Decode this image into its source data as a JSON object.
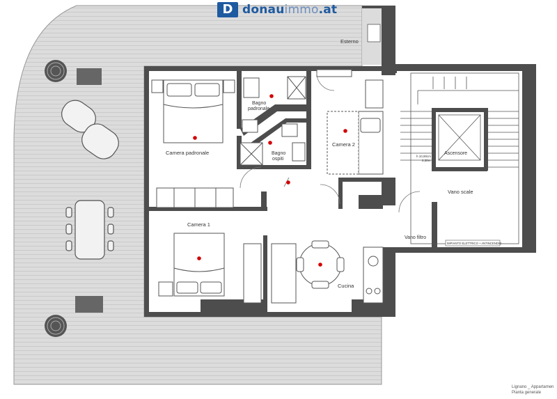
{
  "brand": {
    "name_bold": "donau",
    "name_light": "immo",
    "domain": ".at",
    "mark": "D"
  },
  "rooms": {
    "esterno": "Esterno",
    "camera_padronale": "Camera padronale",
    "bagno_padronale_1": "Bagno",
    "bagno_padronale_2": "padronale",
    "bagno_ospiti_1": "Bagno",
    "bagno_ospiti_2": "ospiti",
    "camera_2": "Camera 2",
    "ascensore": "Ascensore",
    "vano_scale": "Vano scale",
    "camera_1": "Camera 1",
    "vano_filtro": "Vano filtro",
    "cucina": "Cucina"
  },
  "notes": {
    "stair_label": "IMPIANTO ELETTRICO + ANTINCENDIO",
    "elevator_dim_1": "h 10,90cm",
    "elevator_dim_2": "2,30m"
  },
  "footer": {
    "line1": "Lignano _ Appartamen",
    "line2": "Pianta generale"
  },
  "colors": {
    "wall": "#4d4d4d",
    "terrace": "#d9d9d9",
    "marker": "#d20000",
    "brand": "#1e5aa0"
  }
}
